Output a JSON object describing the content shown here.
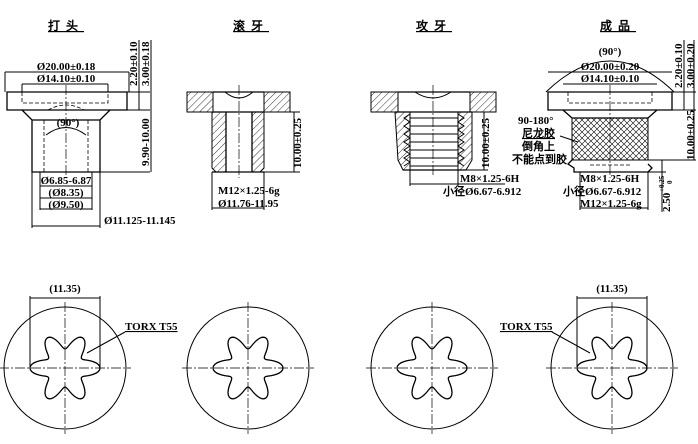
{
  "titles": {
    "heading": "打头",
    "rolling": "滚牙",
    "tapping": "攻牙",
    "finished": "成品"
  },
  "view_heading": {
    "d_head": "Ø20.00±0.18",
    "d_recess": "Ø14.10±0.10",
    "h_flange": "2.20±0.10",
    "h_head": "3.00±0.18",
    "angle": "(90°)",
    "length": "9.90-10.00",
    "d_hole": "Ø6.85-6.87",
    "d_inner": "(Ø8.35)",
    "d_chamfer": "(Ø9.50)",
    "d_body": "Ø11.125-11.145"
  },
  "view_rolling": {
    "length": "10.00±0.25",
    "thread": "M12×1.25-6g",
    "d_major": "Ø11.76-11.95"
  },
  "view_tapping": {
    "length": "10.00±0.25",
    "thread": "M8×1.25-6H",
    "minor": "小径Ø6.67-6.912"
  },
  "view_finished": {
    "angle": "(90°)",
    "d_head": "Ø20.00±0.20",
    "d_recess": "Ø14.10±0.10",
    "h_flange": "2.20±0.10",
    "h_head": "3.00±0.20",
    "length": "10.00±0.25",
    "note1": "90-180°",
    "note2": "尼龙胶",
    "note3": "倒角上",
    "note4": "不能点到胶",
    "inner_thread": "M8×1.25-6H",
    "minor": "小径Ø6.67-6.912",
    "outer_thread": "M12×1.25-6g",
    "glue_offset": "2.50",
    "tol_up": "+0.25",
    "tol_low": "0"
  },
  "top_views": {
    "drive_width": "(11.35)",
    "drive_type": "TORX T55"
  }
}
